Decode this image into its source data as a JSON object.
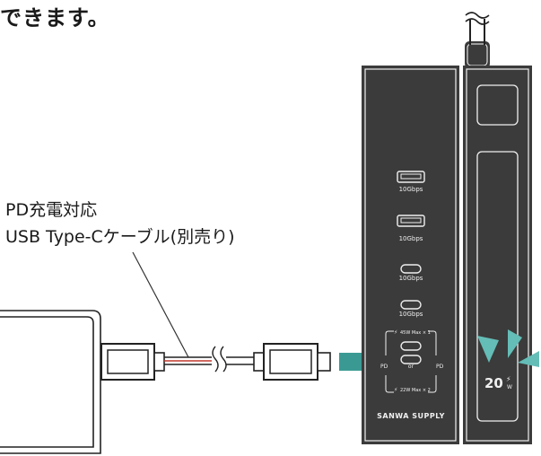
{
  "heading": "できます。",
  "callout": {
    "line1": "PD充電対応",
    "line2": "USB Type-Cケーブル(別売り)"
  },
  "device": {
    "ports": [
      {
        "label": "10Gbps"
      },
      {
        "label": "10Gbps"
      },
      {
        "label": "10Gbps"
      },
      {
        "label": "10Gbps"
      }
    ],
    "pd_top_label": "45W Max × 1",
    "pd_bottom_label": "22W Max × 2",
    "pd_left": "PD",
    "pd_right": "PD",
    "or_label": "or",
    "brand": "SANWA SUPPLY",
    "display_value": "20",
    "display_unit": "W"
  },
  "colors": {
    "arrow": "#3a9a93",
    "burst": "#64bdb7",
    "device_body": "#3b3b3b",
    "device_outline": "#f0f0f0"
  }
}
